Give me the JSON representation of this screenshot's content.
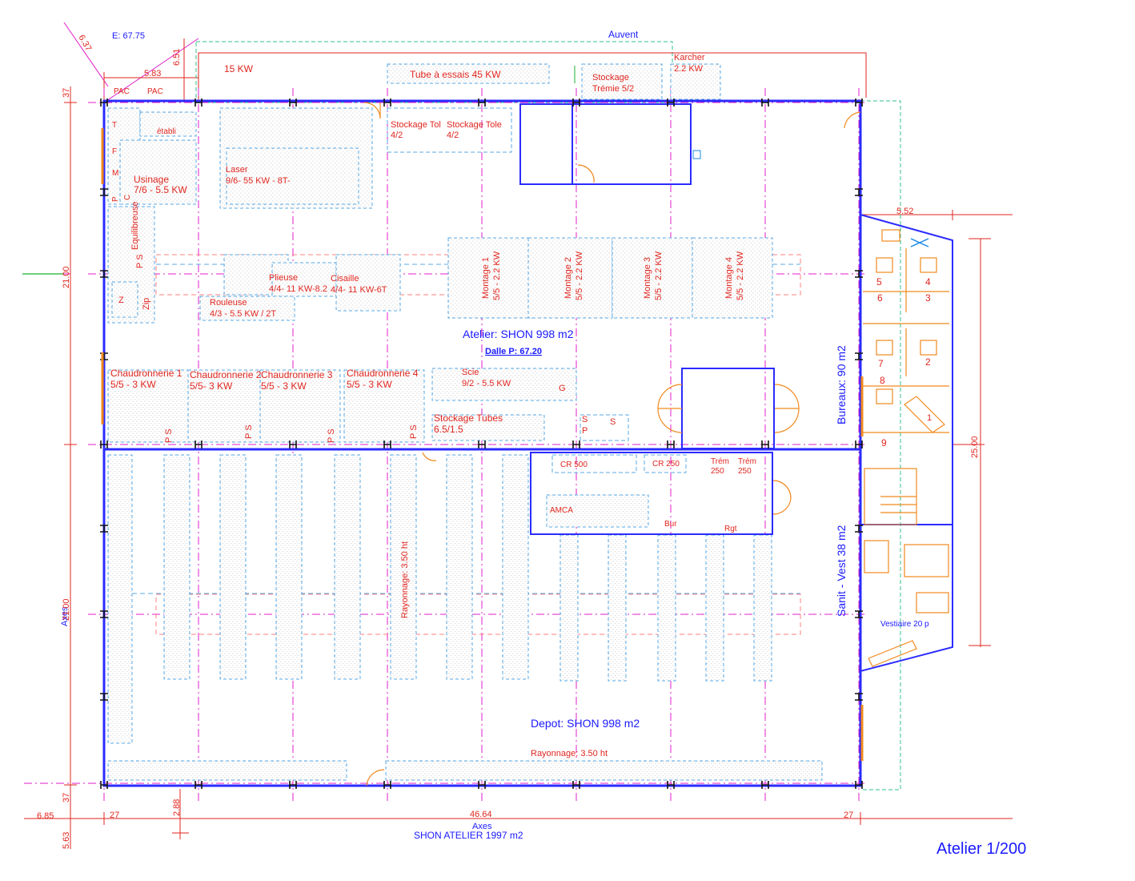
{
  "header": {
    "elevation": "E: 67.75",
    "auvent": "Auvent"
  },
  "title_block": {
    "title": "Atelier 1/200",
    "shon_total": "SHON ATELIER 1997 m2",
    "axes_bottom": "Axes",
    "axes_left": "Axes"
  },
  "zones": {
    "atelier": "Atelier: SHON 998 m2",
    "dalle": "Dalle P: 67.20",
    "depot": "Depot:  SHON 998 m2",
    "bureaux": "Bureaux:  90 m2",
    "sanit": "Sanit - Vest 38 m2",
    "vestiaire": "Vestiaire 20 p"
  },
  "labels": {
    "kw15": "15 KW",
    "tube_essais": "Tube  à essais 45 KW",
    "stockage_tremie_1": "Stockage",
    "stockage_tremie_2": "Trémie 5/2",
    "karcher_1": "Karcher",
    "karcher_2": "2.2 KW",
    "pac1": "PAC",
    "pac2": "PAC",
    "etabli": "établi",
    "t": "T",
    "f": "F",
    "m": "M",
    "p": "P",
    "c": "C",
    "usinage_1": "Usinage",
    "usinage_2": "7/6 - 5.5 KW",
    "laser_1": "Laser",
    "laser_2": "9/6- 55 KW - 8T-",
    "stockage_tol_1": "Stockage Tol",
    "stockage_tol_2": "4/2",
    "stockage_tole_1": "Stockage Tole",
    "stockage_tole_2": "4/2",
    "equilibreuse": "Equilibreuse",
    "ps_left": "P S",
    "z": "Z",
    "zip": "Zip",
    "plieuse_1": "Plieuse",
    "plieuse_2": "4/4- 11 KW-8.2",
    "cisaille_1": "Cisaille",
    "cisaille_2": "4/4- 11 KW-6T",
    "rouleuse_1": "Rouleuse",
    "rouleuse_2": "4/3 - 5.5 KW / 2T",
    "montage1_1": "Montage 1",
    "montage1_2": "5/5 - 2.2 KW",
    "montage2_1": "Montage 2",
    "montage2_2": "5/5 - 2.2 KW",
    "montage3_1": "Montage 3",
    "montage3_2": "5/5 - 2.2 KW",
    "montage4_1": "Montage 4",
    "montage4_2": "5/5 - 2.2 KW",
    "chaud1_1": "Chaudronnerie 1",
    "chaud1_2": "5/5 -  3 KW",
    "chaud2_1": "Chaudronnerie 2",
    "chaud2_2": "5/5- 3 KW",
    "chaud3_1": "Chaudronnerie 3",
    "chaud3_2": "5/5 - 3 KW",
    "chaud4_1": "Chaudronnerie 4",
    "chaud4_2": "5/5 - 3 KW",
    "scie_1": "Scie",
    "scie_2": "9/2 - 5.5 KW",
    "g": "G",
    "stockage_tubes_1": "Stockage Tubes",
    "stockage_tubes_2": "6.5/1.5",
    "ps1": "P S",
    "ps2": "P S",
    "ps3": "P S",
    "ps4": "P S",
    "s1": "S",
    "p1": "P",
    "s2": "S",
    "cr500": "CR 500",
    "cr250": "CR 250",
    "trem1_1": "Trém",
    "trem1_2": "250",
    "trem2_1": "Trém",
    "trem2_2": "250",
    "amca": "AMCA",
    "bur": "Bur",
    "rgt": "Rgt",
    "rayonnage_v": "Rayonnage: 3.50 ht",
    "rayonnage_h": "Rayonnage: 3.50 ht",
    "office_1": "1",
    "office_2": "2",
    "office_3": "3",
    "office_4": "4",
    "office_5": "5",
    "office_6": "6",
    "office_7": "7",
    "office_8": "8",
    "office_9": "9"
  },
  "dimensions": {
    "d637": "6.37",
    "d651": "6.51",
    "d583": "5.83",
    "d37_top": "37",
    "d2100_top": "21.00",
    "d2100_bot": "21.00",
    "d37_bot": "37",
    "d685": "6.85",
    "d563": "5.63",
    "d288": "2.88",
    "d27_left": "27",
    "d4664": "46.64",
    "d27_right": "27",
    "d552": "5.52",
    "d2500": "25.00"
  }
}
